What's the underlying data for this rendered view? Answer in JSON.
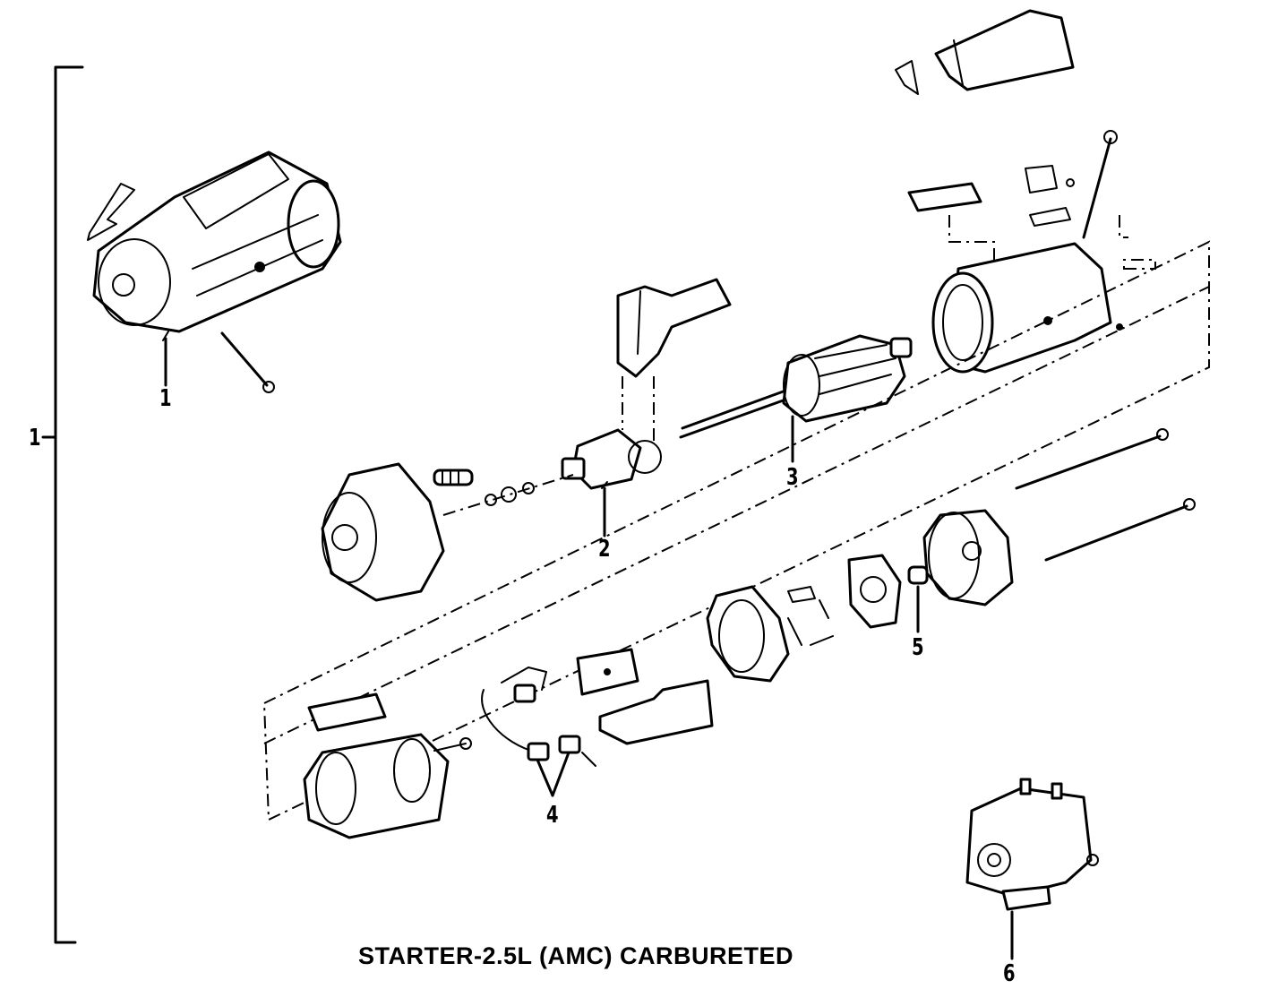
{
  "diagram": {
    "caption": "STARTER-2.5L (AMC) CARBURETED",
    "callouts": {
      "c1_main": "1",
      "c1_bracket": "1",
      "c2": "2",
      "c3": "3",
      "c4": "4",
      "c5": "5",
      "c6": "6"
    }
  }
}
